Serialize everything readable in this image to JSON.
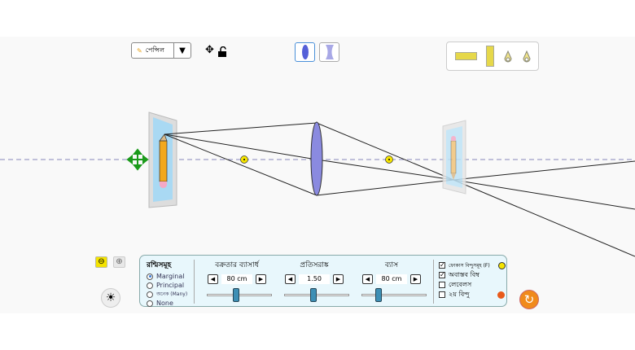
{
  "toolbar": {
    "object_label": "পেন্সিল",
    "dropdown_arrow": "▼",
    "move_icon": "move-icon",
    "lock_icon": "unlock-icon",
    "lens_types": [
      "convex",
      "concave"
    ],
    "selected_lens": "convex",
    "tools": [
      "horizontal-ruler",
      "vertical-ruler",
      "light-source-1",
      "light-source-2"
    ]
  },
  "panel": {
    "rays": {
      "title": "রশ্মিসমূহ",
      "options": [
        "Marginal",
        "Principal",
        "অনেক (Many)",
        "None"
      ],
      "selected": "Marginal"
    },
    "controls": [
      {
        "label": "বক্রতার ব্যাসার্ধ",
        "value": "80 cm",
        "slider_fraction": 0.47
      },
      {
        "label": "প্রতিসরাঙ্ক",
        "value": "1.50",
        "slider_fraction": 0.5
      },
      {
        "label": "ব্যাস",
        "value": "80 cm",
        "slider_fraction": 0.33
      }
    ],
    "checkboxes": [
      {
        "label": "ফোকাস বিন্দুসমূহ (F)",
        "checked": true
      },
      {
        "label": "অবাস্তব বিম্ব",
        "checked": true
      },
      {
        "label": "লেবেলস",
        "checked": false
      },
      {
        "label": "২য় বিন্দু",
        "checked": false
      }
    ]
  },
  "colors": {
    "lens": "#8a8ae0",
    "focal": "#f5e400",
    "reset": "#f08a1c",
    "panel": "#e8f7fc",
    "second_point": "#e85a1a"
  }
}
